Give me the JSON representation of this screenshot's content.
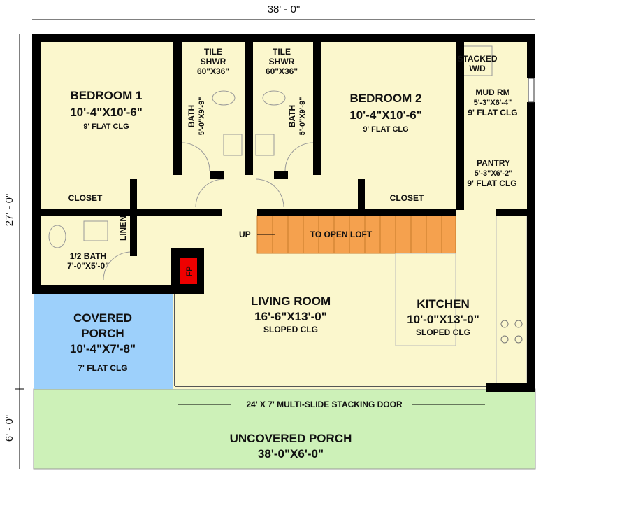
{
  "dimensions": {
    "width": "38' - 0\"",
    "height_main": "27' - 0\"",
    "height_porch": "6' - 0\""
  },
  "rooms": {
    "bedroom1": {
      "name": "BEDROOM 1",
      "size": "10'-4\"X10'-6\"",
      "ceiling": "9' FLAT CLG"
    },
    "bedroom2": {
      "name": "BEDROOM 2",
      "size": "10'-4\"X10'-6\"",
      "ceiling": "9' FLAT CLG"
    },
    "closet1": "CLOSET",
    "closet2": "CLOSET",
    "shower1": {
      "l1": "TILE",
      "l2": "SHWR",
      "l3": "60\"X36\""
    },
    "shower2": {
      "l1": "TILE",
      "l2": "SHWR",
      "l3": "60\"X36\""
    },
    "bath1": {
      "name": "BATH",
      "size": "5'-0\"X9'-9\""
    },
    "bath2": {
      "name": "BATH",
      "size": "5'-0\"X9'-9\""
    },
    "half_bath": {
      "name": "1/2 BATH",
      "size": "7'-0\"X5'-0\""
    },
    "linen": "LINEN",
    "fireplace": "FP",
    "stacked": {
      "l1": "STACKED",
      "l2": "W/D"
    },
    "mud_room": {
      "name": "MUD RM",
      "size": "5'-3\"X6'-4\"",
      "ceiling": "9' FLAT CLG"
    },
    "pantry": {
      "name": "PANTRY",
      "size": "5'-3\"X6'-2\"",
      "ceiling": "9' FLAT CLG"
    },
    "stairs": {
      "up": "UP",
      "label": "TO OPEN LOFT"
    },
    "living": {
      "name": "LIVING ROOM",
      "size": "16'-6\"X13'-0\"",
      "ceiling": "SLOPED CLG"
    },
    "kitchen": {
      "name": "KITCHEN",
      "size": "10'-0\"X13'-0\"",
      "ceiling": "SLOPED CLG"
    },
    "covered_porch": {
      "l1": "COVERED",
      "l2": "PORCH",
      "size": "10'-4\"X7'-8\"",
      "ceiling": "7' FLAT CLG"
    },
    "door": "24' X 7' MULTI-SLIDE STACKING DOOR",
    "uncovered_porch": {
      "name": "UNCOVERED PORCH",
      "size": "38'-0\"X6'-0\""
    }
  },
  "colors": {
    "floor": "#fbf7cd",
    "covered_porch": "#9dd0fb",
    "uncovered_porch": "#cdf1b8",
    "stairs": "#f5a14e",
    "fireplace": "#ee0000",
    "wall": "#000000"
  }
}
